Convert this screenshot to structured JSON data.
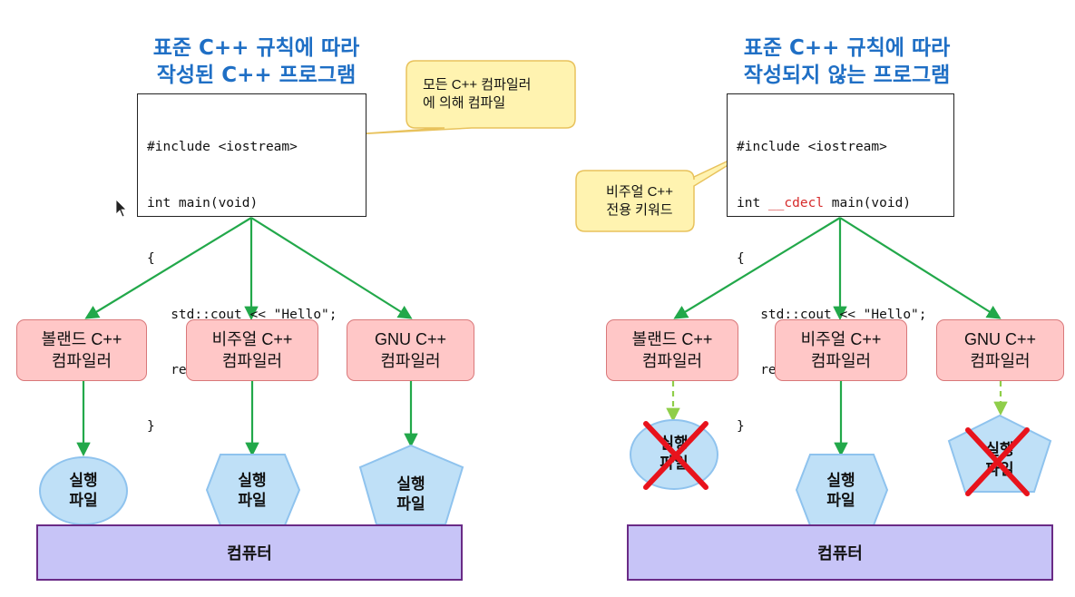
{
  "left": {
    "title": "표준 C++ 규칙에 따라\n작성된 C++ 프로그램",
    "code": [
      "#include <iostream>",
      "int main(void)",
      "{",
      "   std::cout << \"Hello\";",
      "   return 0;",
      "}"
    ],
    "callout": "모든 C++ 컴파일러\n에 의해 컴파일",
    "compilers": [
      "볼랜드 C++\n컴파일러",
      "비주얼 C++\n컴파일러",
      "GNU C++\n컴파일러"
    ],
    "executables": [
      "실행\n파일",
      "실행\n파일",
      "실행\n파일"
    ],
    "computer": "컴퓨터"
  },
  "right": {
    "title": "표준 C++ 규칙에 따라\n작성되지 않는 프로그램",
    "code_line1": "#include <iostream>",
    "code_line2_prefix": "int ",
    "code_keyword": "__cdecl",
    "code_line2_suffix": " main(void)",
    "code_rest": [
      "{",
      "   std::cout << \"Hello\";",
      "   return 0;",
      "}"
    ],
    "callout": "비주얼 C++\n전용 키워드",
    "compilers": [
      "볼랜드 C++\n컴파일러",
      "비주얼 C++\n컴파일러",
      "GNU C++\n컴파일러"
    ],
    "executables": [
      "실행\n파일",
      "실행\n파일",
      "실행\n파일"
    ],
    "computer": "컴퓨터"
  },
  "colors": {
    "title": "#1f6fc5",
    "arrow_green": "#22a84a",
    "arrow_dashed": "#8fce4a",
    "compiler_fill": "#ffc7c7",
    "exe_fill": "#bfe0f7",
    "computer_fill": "#c7c4f7",
    "callout_fill": "#fff3b0",
    "cross": "#e8131c"
  }
}
